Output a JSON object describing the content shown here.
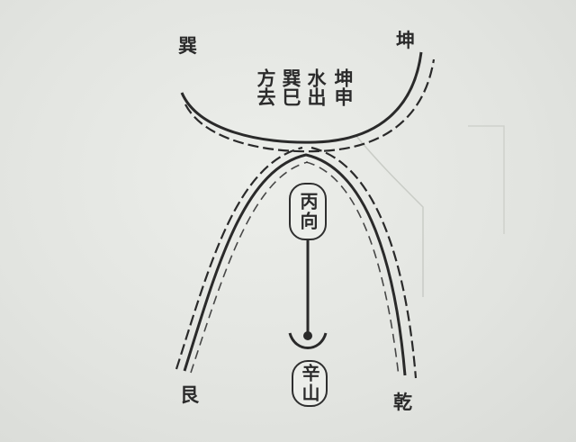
{
  "corners": {
    "top_left": "巽",
    "top_right": "坤",
    "bottom_left": "艮",
    "bottom_right": "乾"
  },
  "water_note": {
    "columns": [
      "坤申",
      "水出",
      "巽巳",
      "方去"
    ]
  },
  "facing": "丙向",
  "sitting": "辛山"
}
